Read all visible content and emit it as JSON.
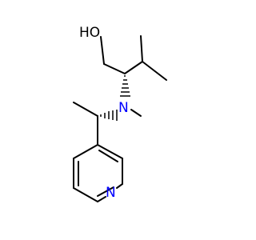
{
  "molecule": {
    "atoms": {
      "hydroxyl": {
        "label": "HO",
        "color": "#000000"
      },
      "amine_nitrogen": {
        "label": "N",
        "color": "#0000ff"
      },
      "pyridine_nitrogen": {
        "label": "N",
        "color": "#0000ff"
      }
    },
    "colors": {
      "bond": "#000000",
      "background": "#ffffff"
    }
  }
}
